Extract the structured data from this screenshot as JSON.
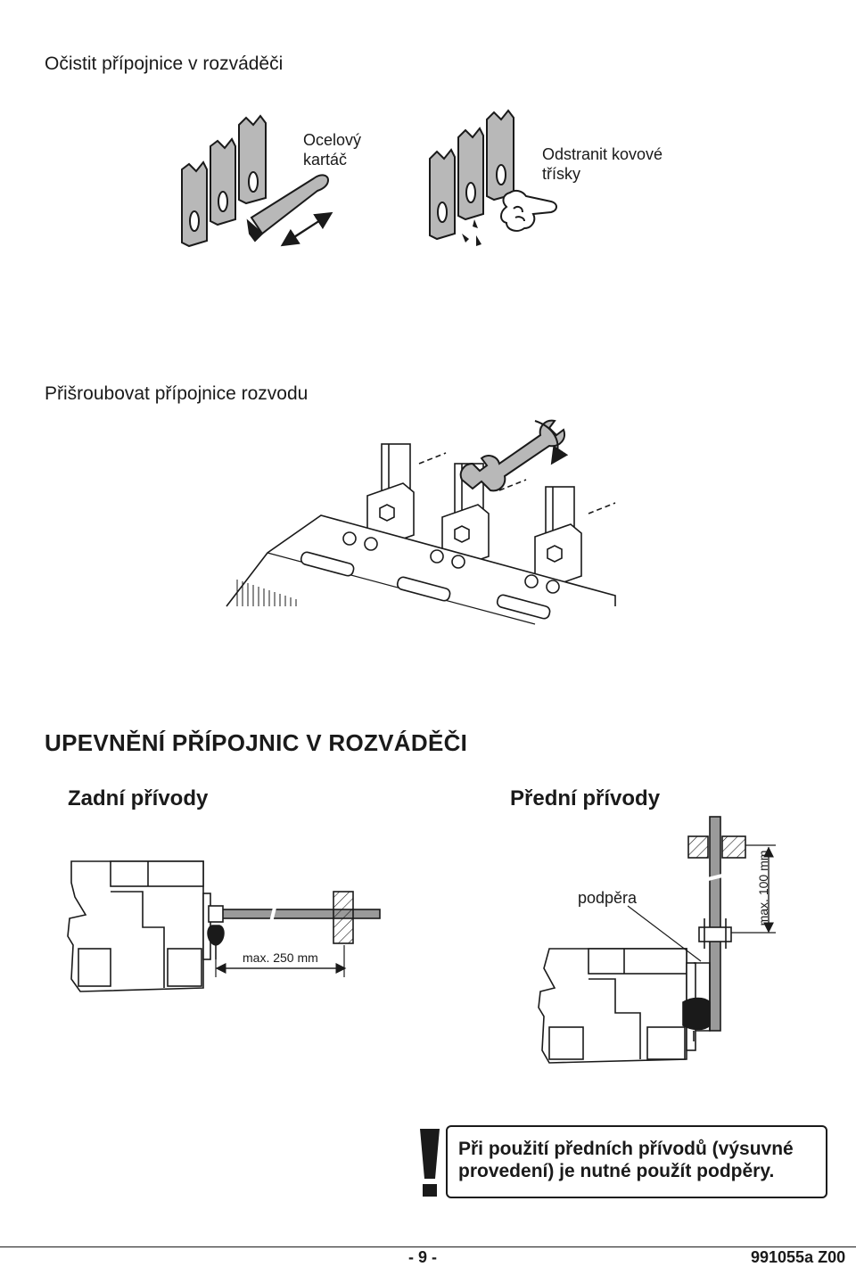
{
  "section1": {
    "title": "Očistit přípojnice v rozváděči",
    "brush_label": "Ocelový kartáč",
    "brush_label_line1": "Ocelový",
    "brush_label_line2": "kartáč",
    "chips_label_line1": "Odstranit kovové",
    "chips_label_line2": "třísky"
  },
  "section2": {
    "title": "Přišroubovat přípojnice rozvodu"
  },
  "section3": {
    "heading": "UPEVNĚNÍ PŘÍPOJNIC V ROZVÁDĚČI",
    "rear_title": "Zadní přívody",
    "front_title": "Přední přívody",
    "rear_dimension": "max. 250 mm",
    "front_support_label": "podpěra",
    "front_dimension": "max. 100 mm"
  },
  "warning": {
    "symbol": "!",
    "line1": "Při použití předních přívodů (výsuvné",
    "line2": "provedení) je nutné použít podpěry."
  },
  "footer": {
    "page_number": "- 9 -",
    "doc_code": "991055a Z00"
  },
  "colors": {
    "ink": "#1a1a1a",
    "bar_fill": "#b8b8b8",
    "busbar_fill": "#9a9a9a"
  }
}
